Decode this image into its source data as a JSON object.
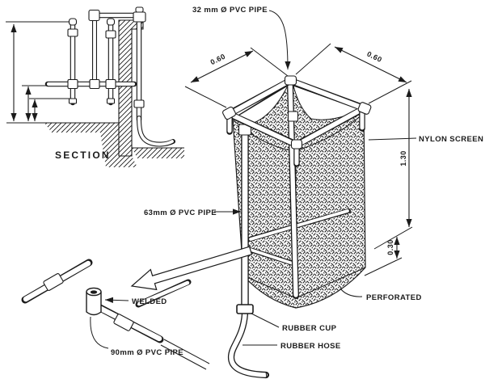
{
  "figure": {
    "background": "#ffffff",
    "ink": "#1b1b1b"
  },
  "section_view": {
    "title": "SECTION"
  },
  "isometric_view": {
    "labels": {
      "top_pipe": "32 mm Ø PVC PIPE",
      "screen": "NYLON SCREEN",
      "outlet_pipe": "63mm Ø PVC PIPE",
      "bottom": "PERFORATED",
      "cup": "RUBBER CUP",
      "hose": "RUBBER HOSE"
    },
    "dimensions": {
      "top_left": "0.60",
      "top_right": "0.60",
      "height": "1.30",
      "bottom_section": "0.30"
    }
  },
  "joint_detail": {
    "labels": {
      "weld": "WELDED",
      "pipe": "90mm Ø PVC PIPE"
    }
  }
}
